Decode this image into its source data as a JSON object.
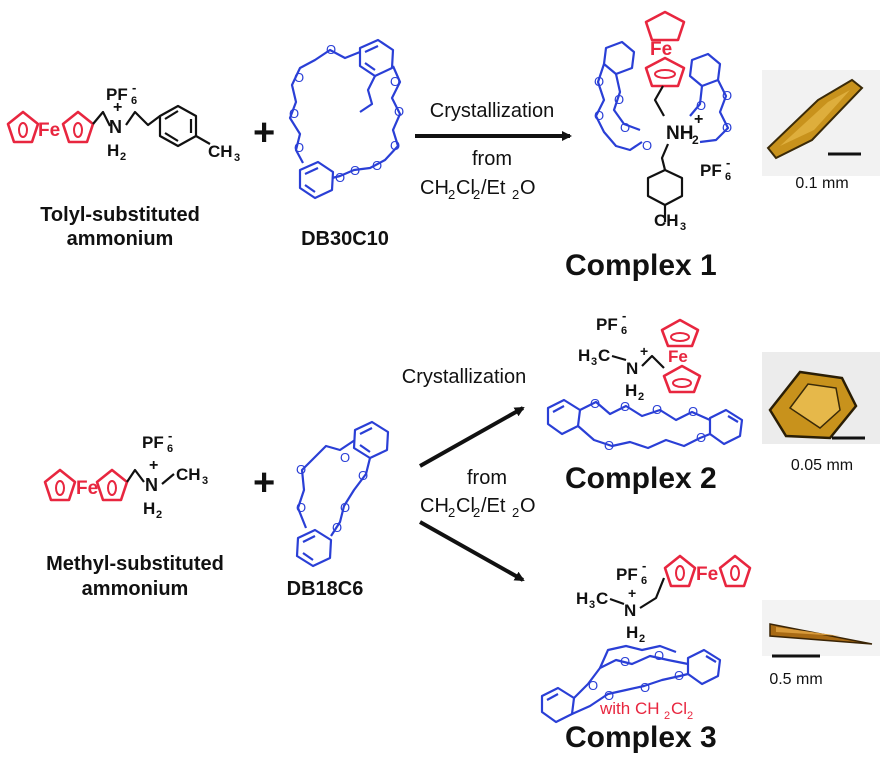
{
  "colors": {
    "ferrocene": "#e8263f",
    "crown_ether": "#2a3fd6",
    "ink": "#111111"
  },
  "atoms": {
    "fe": "Fe",
    "pf6": "PF",
    "pf6_sub": "6",
    "pf6_sup": "-",
    "n": "N",
    "n_plus": "+",
    "h2": "H",
    "h2_sub": "2",
    "nh2": "NH",
    "ch3": "CH",
    "ch3_sub": "3",
    "h3c": "H",
    "h3c_sub": "3",
    "h3c_c": "C",
    "o": "O"
  },
  "row1": {
    "reactant_label_line1": "Tolyl-substituted",
    "reactant_label_line2": "ammonium",
    "plus": "+",
    "crown_label": "DB30C10",
    "arrow_top": "Crystallization",
    "arrow_mid": "from",
    "solvent": {
      "a": "CH",
      "a_sub": "2",
      "b": "Cl",
      "b_sub": "2",
      "c": "/Et",
      "c_sub": "2",
      "d": "O"
    },
    "complex": "Complex 1",
    "scale": "0.1 mm"
  },
  "row2": {
    "reactant_label_line1": "Methyl-substituted",
    "reactant_label_line2": "ammonium",
    "plus": "+",
    "crown_label": "DB18C6",
    "arrow_top": "Crystallization",
    "arrow_mid": "from",
    "solvent": {
      "a": "CH",
      "a_sub": "2",
      "b": "Cl",
      "b_sub": "2",
      "c": "/Et",
      "c_sub": "2",
      "d": "O"
    },
    "complex2": "Complex 2",
    "scale2": "0.05 mm",
    "complex3": "Complex 3",
    "with_solvent": "with CH",
    "with_sub1": "2",
    "with_cl": "Cl",
    "with_sub2": "2",
    "scale3": "0.5 mm"
  }
}
